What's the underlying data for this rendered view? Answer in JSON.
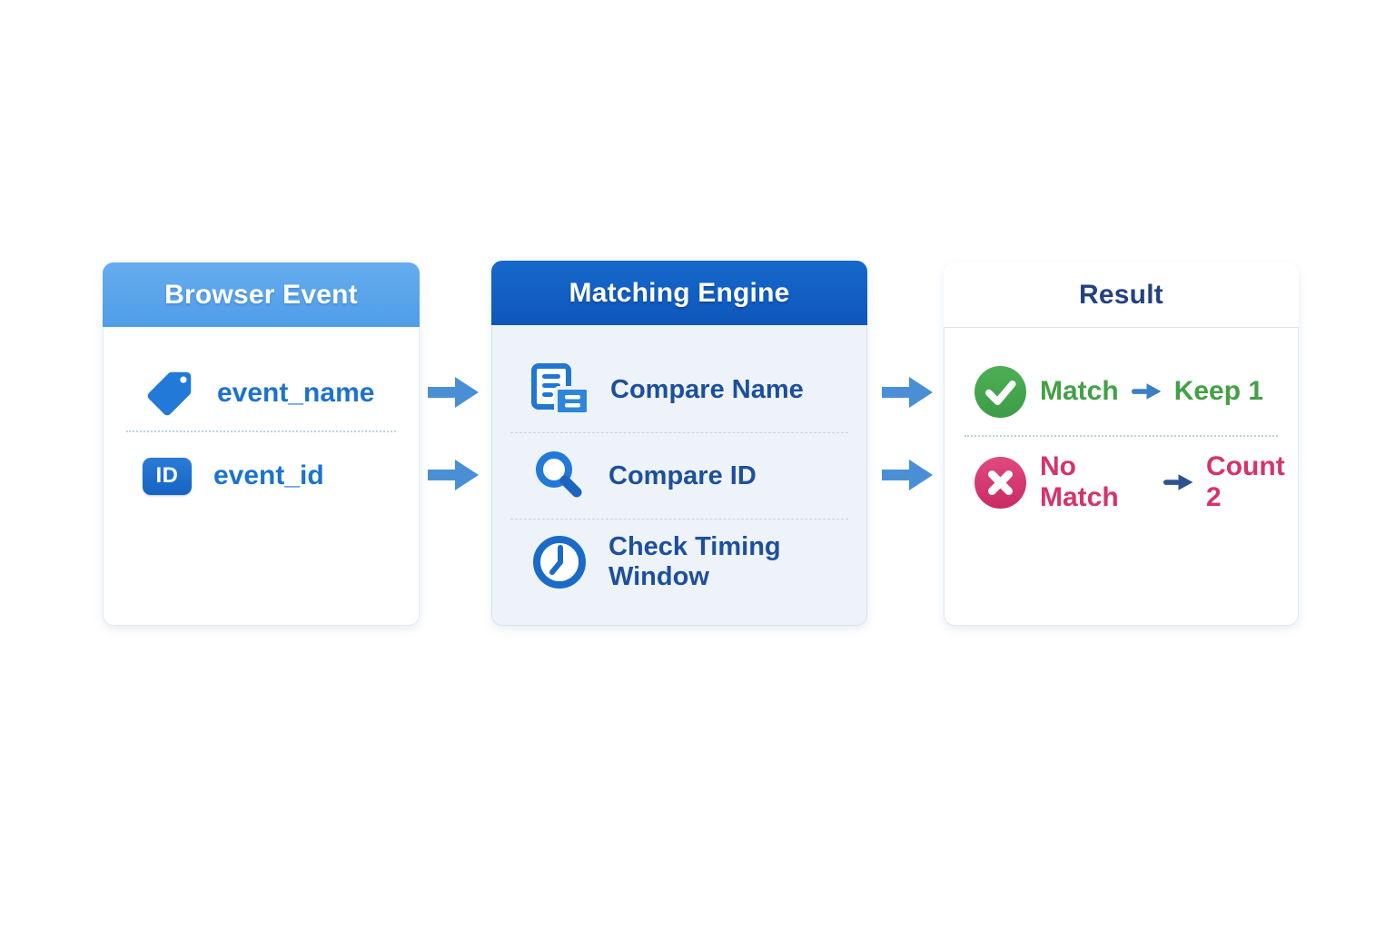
{
  "panels": {
    "browser_event": {
      "title": "Browser Event",
      "items": [
        {
          "icon": "tag-icon",
          "label": "event_name"
        },
        {
          "icon": "id-badge-icon",
          "badge_text": "ID",
          "label": "event_id"
        }
      ]
    },
    "matching_engine": {
      "title": "Matching Engine",
      "items": [
        {
          "icon": "compare-documents-icon",
          "label": "Compare Name"
        },
        {
          "icon": "magnifier-icon",
          "label": "Compare ID"
        },
        {
          "icon": "clock-icon",
          "label": "Check Timing Window"
        }
      ]
    },
    "result": {
      "title": "Result",
      "items": [
        {
          "icon": "check-circle-icon",
          "outcome": "Match",
          "action": "Keep 1"
        },
        {
          "icon": "x-circle-icon",
          "outcome": "No Match",
          "action": "Count 2"
        }
      ]
    }
  },
  "colors": {
    "light_header_blue": "#58A4EC",
    "dark_header_blue": "#1260C4",
    "flow_arrow_blue": "#4A8FD5",
    "event_label_blue": "#1B72D0",
    "engine_label_navy": "#1D4F9F",
    "result_title_navy": "#24427E",
    "match_green": "#43A047",
    "no_match_pink": "#D6336C",
    "match_arrow_blue": "#3B7FC4",
    "no_match_arrow_navy": "#2E5290",
    "panel_body_light_blue": "#EEF3F9"
  }
}
